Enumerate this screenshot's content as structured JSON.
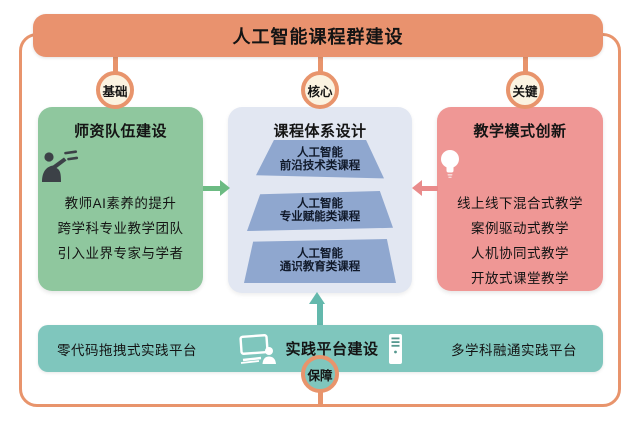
{
  "banner": {
    "title": "人工智能课程群建设"
  },
  "badges": {
    "foundation": "基础",
    "core": "核心",
    "key": "关键",
    "guarantee": "保障"
  },
  "left_box": {
    "title": "师资队伍建设",
    "icon": "teacher-icon",
    "items": [
      "教师AI素养的提升",
      "跨学科专业教学团队",
      "引入业界专家与学者"
    ]
  },
  "center_box": {
    "title": "课程体系设计",
    "layers": [
      {
        "line1": "人工智能",
        "line2": "前沿技术类课程"
      },
      {
        "line1": "人工智能",
        "line2": "专业赋能类课程"
      },
      {
        "line1": "人工智能",
        "line2": "通识教育类课程"
      }
    ]
  },
  "right_box": {
    "title": "教学模式创新",
    "icon": "lightbulb-icon",
    "items": [
      "线上线下混合式教学",
      "案例驱动式教学",
      "人机协同式教学",
      "开放式课堂教学"
    ]
  },
  "bottom_bar": {
    "left_item": "零代码拖拽式实践平台",
    "title": "实践平台建设",
    "right_item": "多学科融通实践平台",
    "icons": [
      "computer-user-icon",
      "server-icon"
    ]
  },
  "colors": {
    "banner": "#E9926E",
    "connector": "#E8946C",
    "badge_fill": "#FBF3E1",
    "left_box": "#8FC79E",
    "center_box": "#E2E7F2",
    "pyramid_layer": "#8FA7CF",
    "right_box": "#EF9795",
    "bottom_bar": "#7FC6BD",
    "arrow_green": "#6CBB83",
    "arrow_pink": "#E98B8B",
    "arrow_teal": "#63B8AC"
  }
}
